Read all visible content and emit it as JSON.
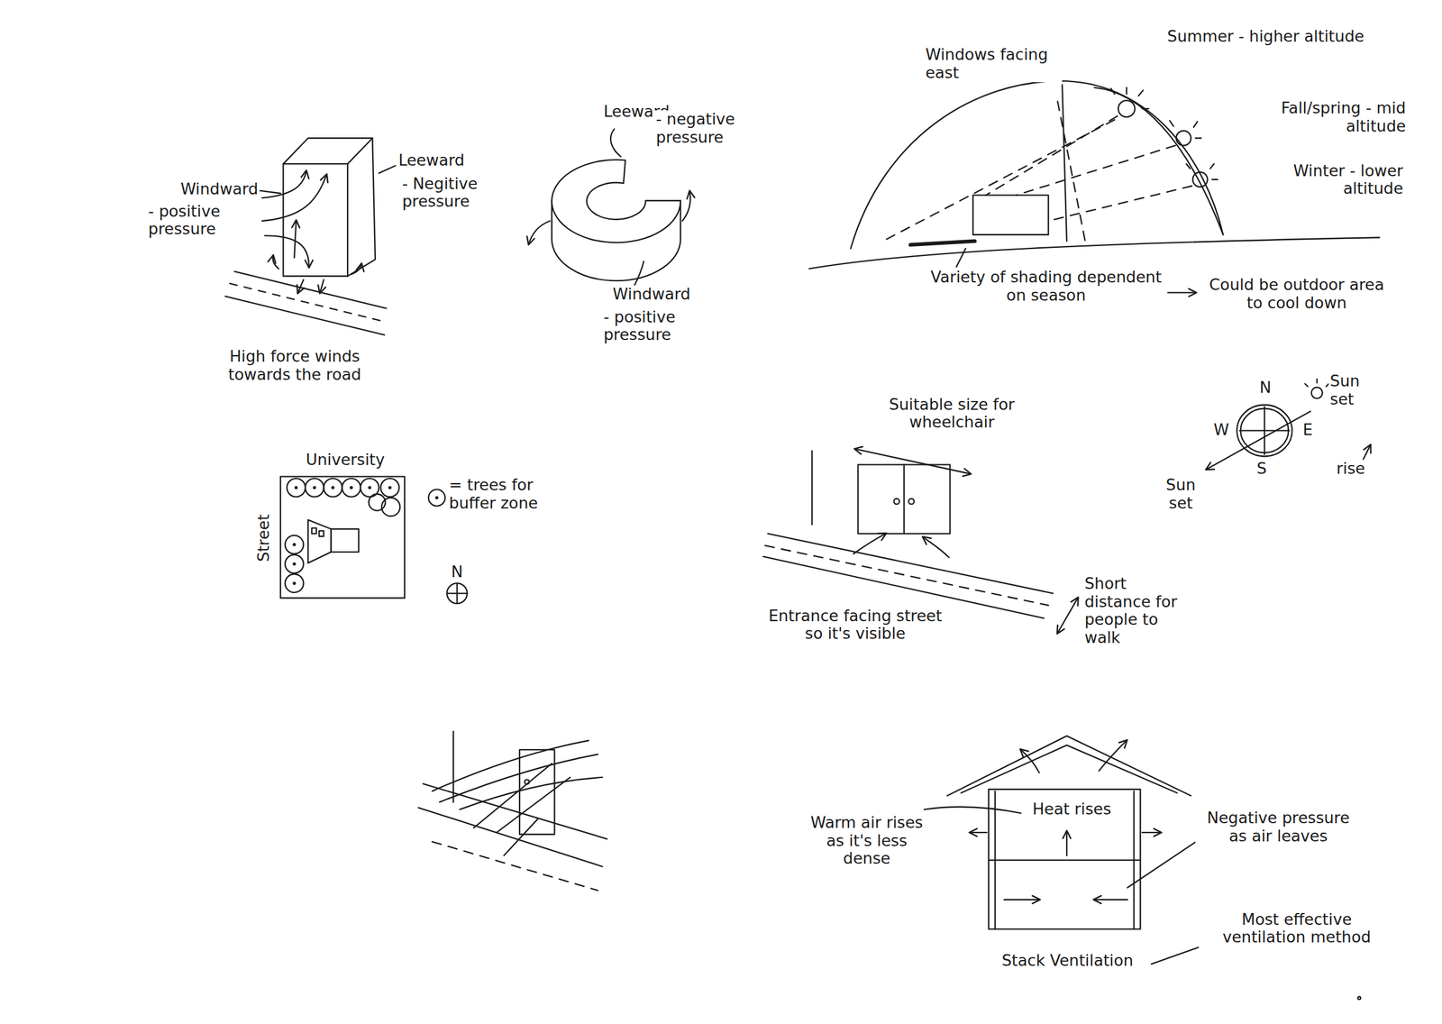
{
  "diagram": {
    "labels": [
      "Windward",
      "- positive pressure",
      "Leeward",
      "- Negitive pressure",
      "High force winds towards the road",
      "Leeward",
      "- negative pressure",
      "Windward",
      "- positive pressure",
      "Windows facing east",
      "Summer - higher altitude",
      "Fall/spring - mid altitude",
      "Winter - lower altitude",
      "Variety of shading dependent on season",
      "Could be outdoor area to cool down",
      "N",
      "E",
      "S",
      "W",
      "Sun set",
      "rise",
      "Sun set",
      "University",
      "Street",
      "= trees for buffer zone",
      "N",
      "Suitable size for wheelchair",
      "Entrance facing street so it's visible",
      "Short distance for people to walk",
      "Warm air rises as it's less dense",
      "Heat rises",
      "Negative pressure as air leaves",
      "Most effective ventilation method",
      "Stack Ventilation"
    ]
  }
}
